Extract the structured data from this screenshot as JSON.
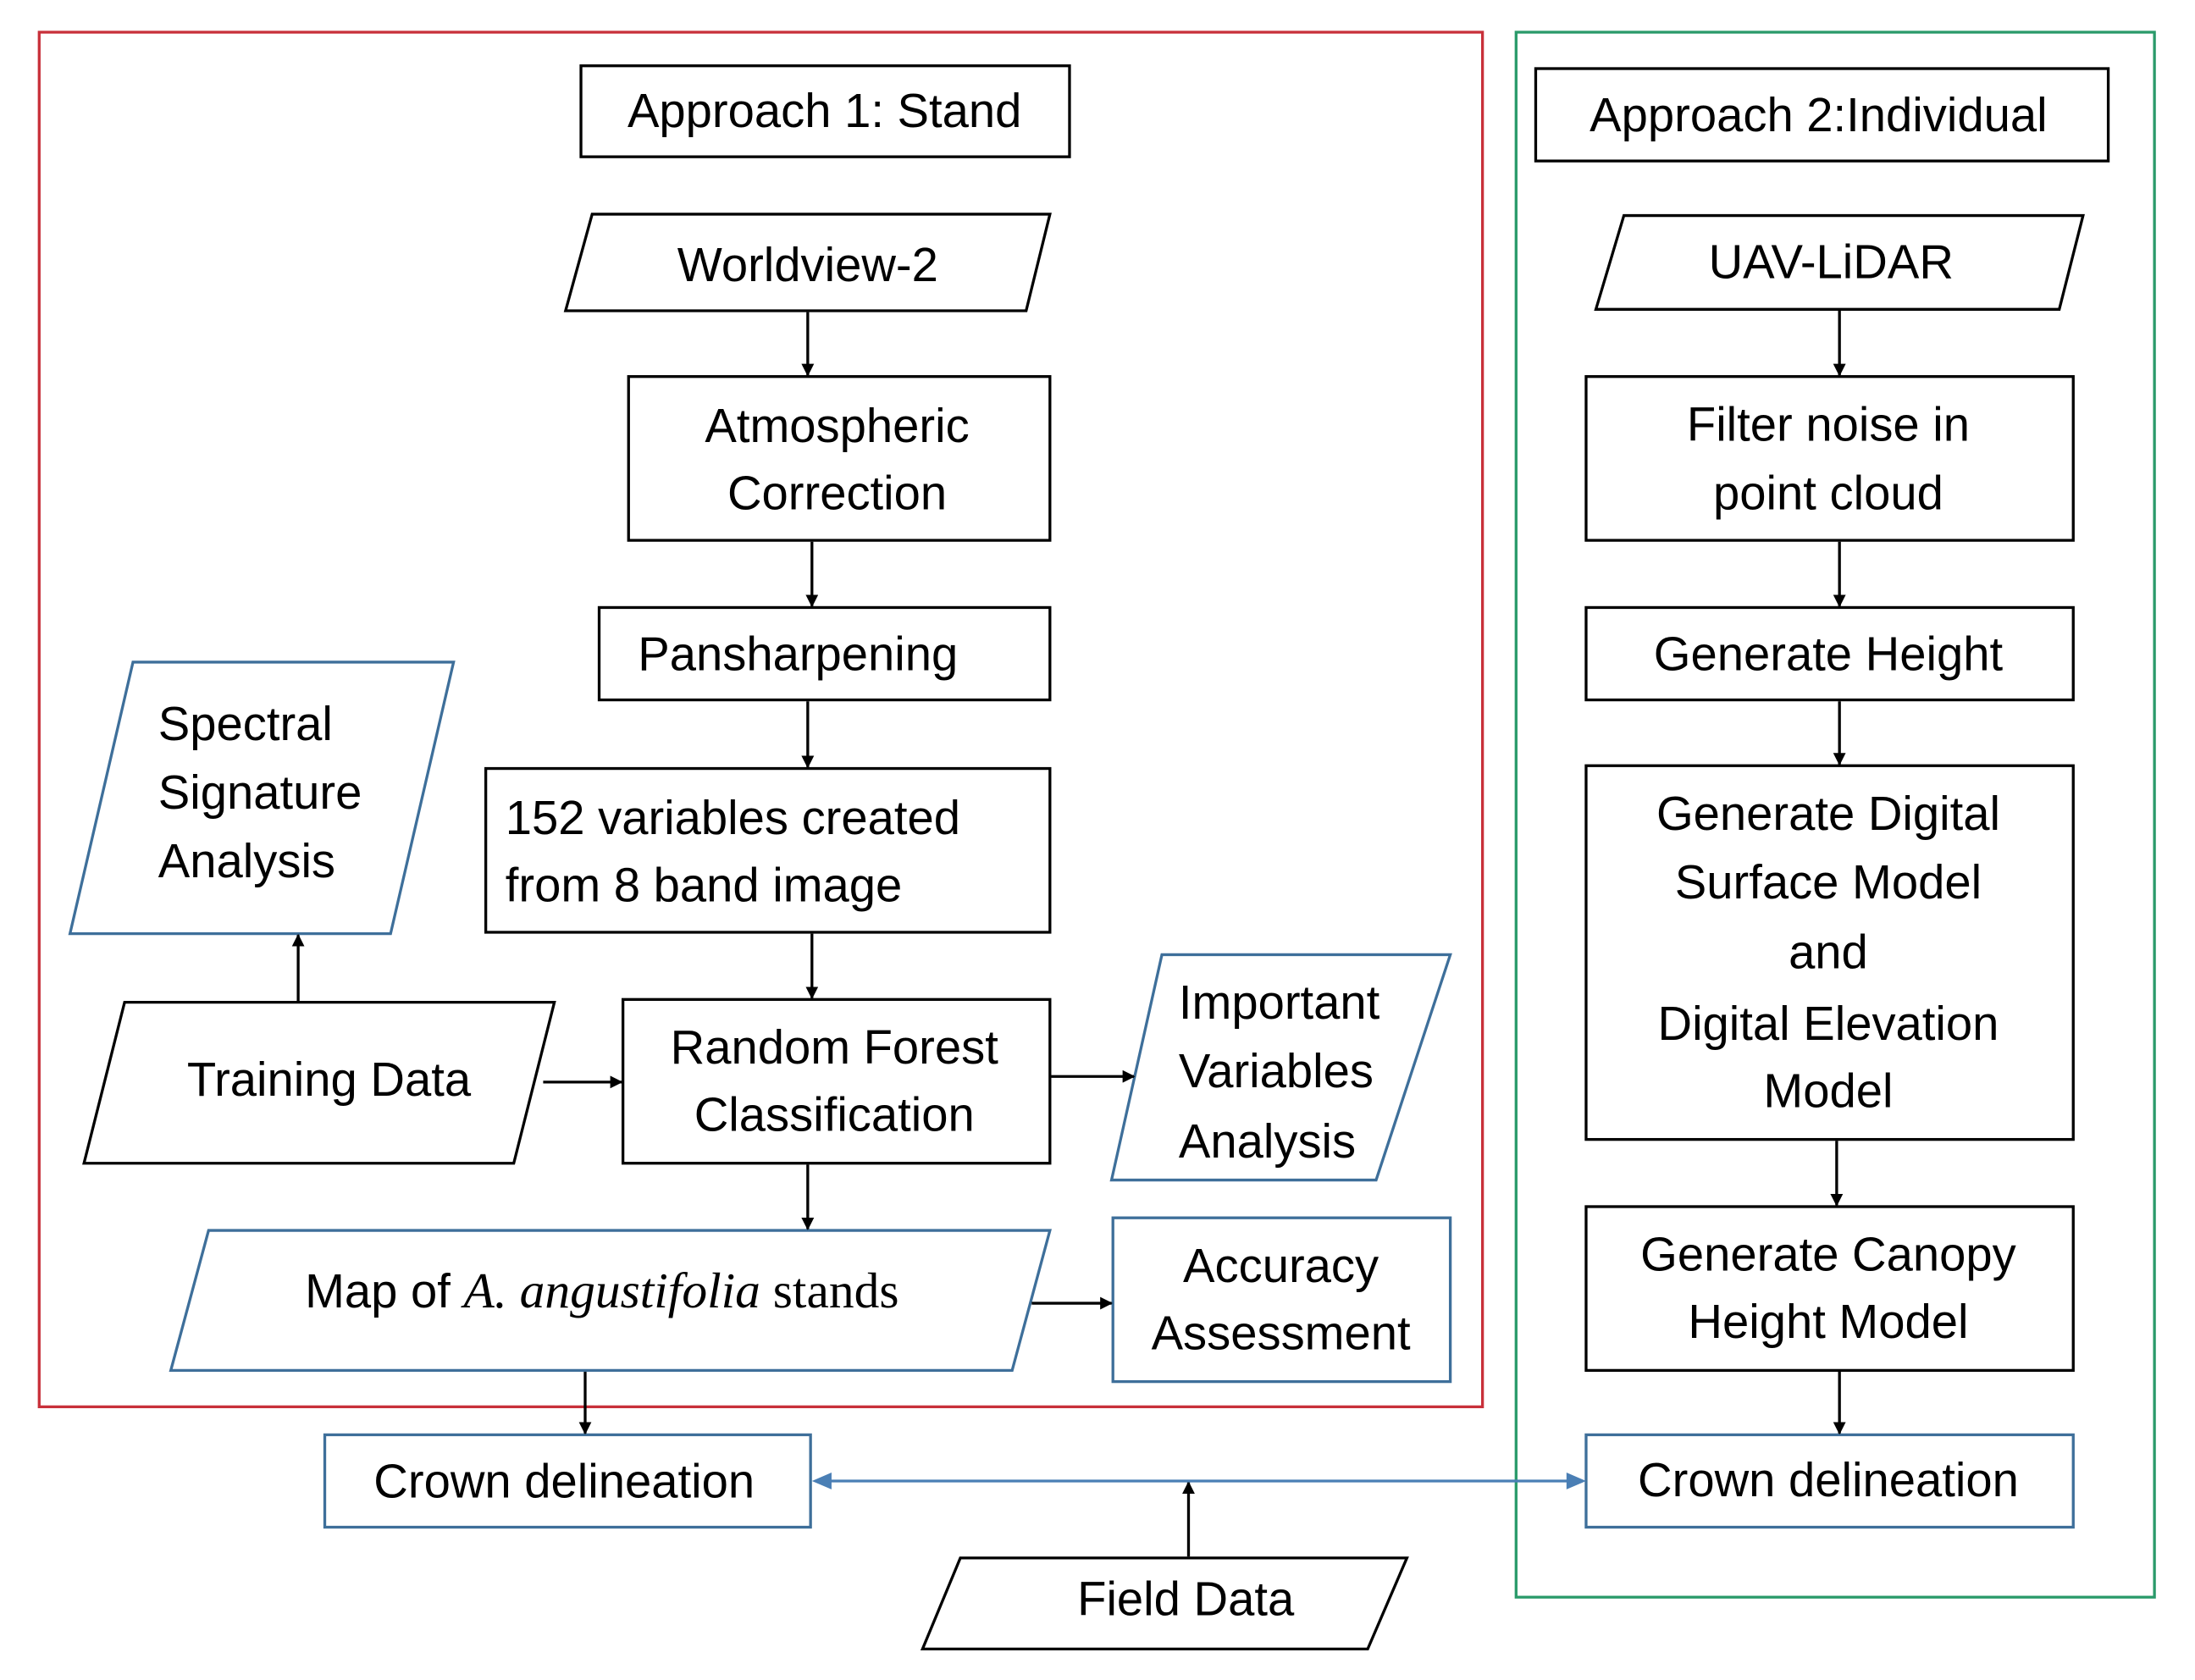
{
  "colors": {
    "approach1_border": "#c8303a",
    "approach2_border": "#2a9a6a",
    "blue_outline": "#3e6f9a",
    "blue_arrow": "#4a7fb5",
    "black": "#000000"
  },
  "approach1": {
    "title": "Approach 1: Stand",
    "worldview": "Worldview-2",
    "atmospheric": [
      "Atmospheric",
      "Correction"
    ],
    "pansharpening": "Pansharpening",
    "variables": [
      "152 variables created",
      "from 8 band image"
    ],
    "spectral": [
      "Spectral",
      "Signature",
      "Analysis"
    ],
    "training": "Training Data",
    "random_forest": [
      "Random Forest",
      "Classification"
    ],
    "important": [
      "Important",
      "Variables",
      "Analysis"
    ],
    "map_prefix": "Map of ",
    "map_species": "A. angustifolia",
    "map_suffix": " stands",
    "accuracy": [
      "Accuracy",
      "Assessment"
    ]
  },
  "approach2": {
    "title": "Approach 2:Individual",
    "uav": "UAV-LiDAR",
    "filter": [
      "Filter noise in",
      "point cloud"
    ],
    "height": "Generate Height",
    "dsm": [
      "Generate Digital",
      "Surface Model",
      "and",
      "Digital Elevation",
      "Model"
    ],
    "chm": [
      "Generate Canopy",
      "Height Model"
    ],
    "crown": "Crown delineation"
  },
  "crown_left": "Crown delineation",
  "field_data": "Field Data"
}
